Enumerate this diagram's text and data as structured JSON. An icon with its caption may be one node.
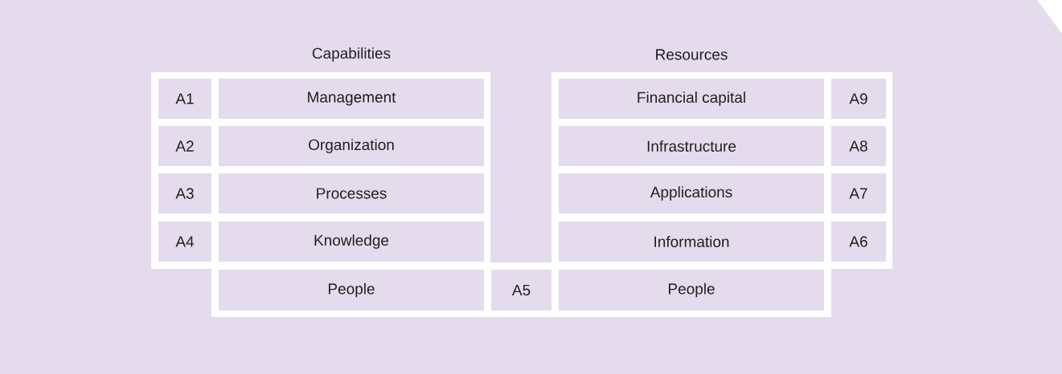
{
  "diagram": {
    "nodes": [
      {
        "text": [
          "A1"
        ]
      },
      {
        "text": [
          "Management"
        ]
      },
      {
        "text": [
          "Financial capital"
        ]
      },
      {
        "text": [
          "A9"
        ]
      },
      {
        "text": [
          "A2"
        ]
      },
      {
        "text": [
          "Organization"
        ]
      },
      {
        "text": [
          "Infrastructure"
        ]
      },
      {
        "text": [
          "A8"
        ]
      },
      {
        "text": [
          "A3"
        ]
      },
      {
        "text": [
          "Processes"
        ]
      },
      {
        "text": [
          "Applications"
        ]
      },
      {
        "text": [
          "A7"
        ]
      },
      {
        "text": [
          "A4"
        ]
      },
      {
        "text": [
          "Knowledge"
        ]
      },
      {
        "text": [
          "Information"
        ]
      },
      {
        "text": [
          "A6"
        ]
      },
      {
        "text": [
          "People"
        ]
      },
      {
        "text": [
          "A5"
        ]
      },
      {
        "text": [
          "People"
        ]
      }
    ],
    "labels": [
      "Capabilities",
      "Resources"
    ]
  }
}
